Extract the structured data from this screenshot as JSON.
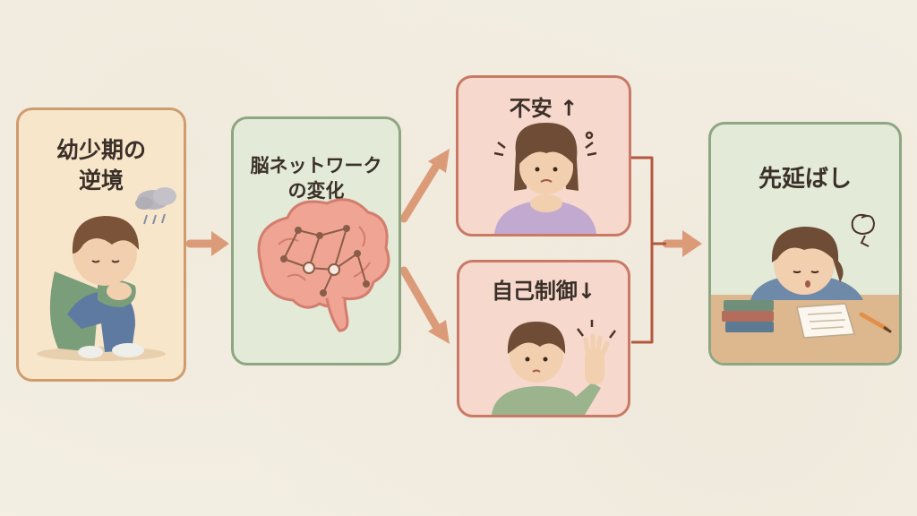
{
  "diagram": {
    "nodes": [
      {
        "id": "childhood",
        "label": "幼少期の\n逆境",
        "icon": "sad-child-illustration"
      },
      {
        "id": "brain",
        "label": "脳ネットワーク\nの変化",
        "icon": "brain-network-illustration"
      },
      {
        "id": "anxiety",
        "label": "不安 ↑",
        "icon": "anxious-girl-illustration"
      },
      {
        "id": "self_control",
        "label": "自己制御↓",
        "icon": "boy-raising-hand-illustration"
      },
      {
        "id": "procrastination",
        "label": "先延ばし",
        "icon": "tired-student-desk-illustration"
      }
    ],
    "edges": [
      {
        "from": "childhood",
        "to": "brain"
      },
      {
        "from": "brain",
        "to": "anxiety"
      },
      {
        "from": "brain",
        "to": "self_control"
      },
      {
        "from": "anxiety",
        "to": "procrastination"
      },
      {
        "from": "self_control",
        "to": "procrastination"
      }
    ],
    "colors": {
      "background": "#f4efe4",
      "arrow": "#dc9b78",
      "childhood_fill": "#f8e6cb",
      "childhood_border": "#cf9c6e",
      "green_fill": "#e3ead7",
      "green_border": "#8ea681",
      "pink_fill": "#f6d8cd",
      "pink_border": "#c97a66"
    }
  }
}
